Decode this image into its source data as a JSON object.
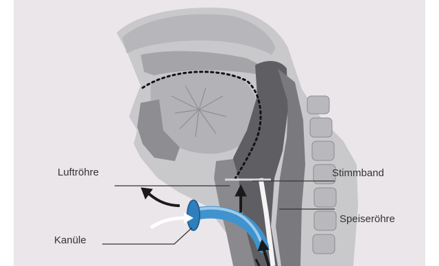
{
  "labels": {
    "trachea": "Luftröhre",
    "vocal_cord": "Stimmband",
    "esophagus": "Speiseröhre",
    "cannula": "Kanüle"
  },
  "colors": {
    "background": "#ebe6e9",
    "bone": "#c6c5c8",
    "tissue_dark": "#78777b",
    "tissue_mid": "#9c9a9e",
    "airway": "#5e5d61",
    "cannula": "#3f93cf",
    "arrow": "#1a1a1a"
  }
}
